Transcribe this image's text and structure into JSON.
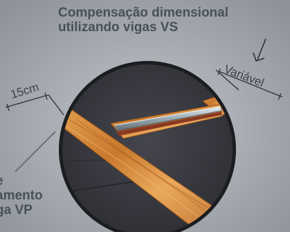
{
  "title": {
    "line1": "Compensação dimensional",
    "line2": "utilizando vigas VS"
  },
  "labels": {
    "left_dimension": "15cm",
    "right_dimension": "Variável"
  },
  "side_note": {
    "line1": "e",
    "line2": "amento",
    "line3": "ga VP"
  },
  "colors": {
    "background": "#9fa4ab",
    "circle_fill": "#3c3d43",
    "circle_border": "#1c1d20",
    "wood": "#d98a3a",
    "wood_dark": "#a85d1e",
    "steel": "#b8c4cc",
    "rust": "#8a3a22",
    "text": "#4a5058"
  }
}
